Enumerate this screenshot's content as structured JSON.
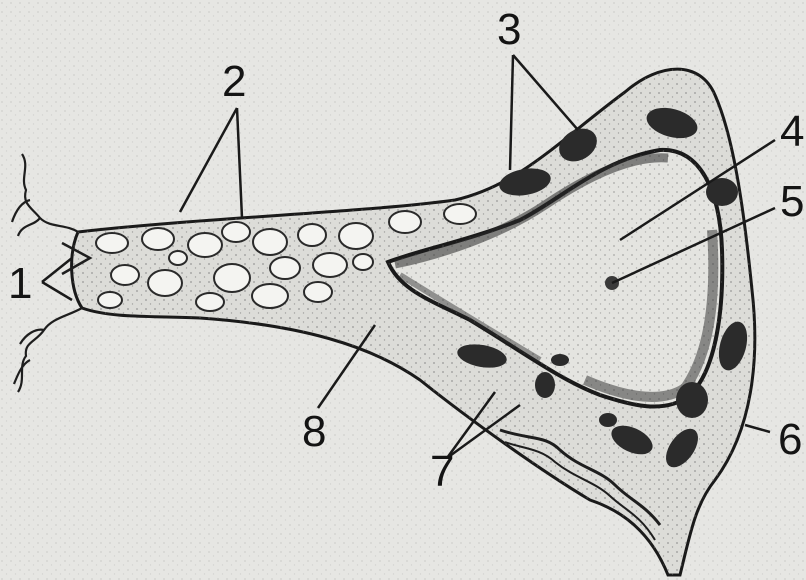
{
  "diagram": {
    "labels": {
      "l1": "1",
      "l2": "2",
      "l3": "3",
      "l4": "4",
      "l5": "5",
      "l6": "6",
      "l7": "7",
      "l8": "8"
    }
  }
}
